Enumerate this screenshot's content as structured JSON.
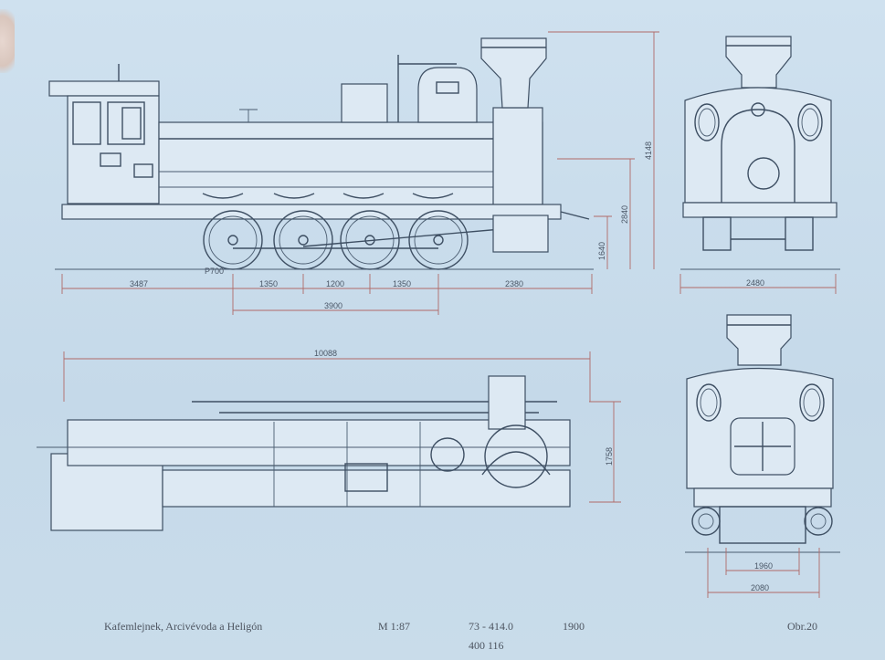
{
  "dimensions": {
    "seg_1": "3487",
    "seg_2": "1350",
    "seg_3": "1200",
    "seg_4": "1350",
    "seg_5": "2380",
    "wheelbase": "3900",
    "rail_label": "P700",
    "axle_height": "1640",
    "boiler_height": "2840",
    "total_height": "4148",
    "total_length": "10088",
    "frame_width": "1758",
    "front_width": "2480",
    "gauge_inner": "1960",
    "gauge_outer": "2080"
  },
  "caption": {
    "names": "Kafemlejnek, Arcivévoda a Heligón",
    "scale": "M 1:87",
    "class": "73 - 414.0",
    "year": "1900",
    "figure": "Obr.20",
    "number": "400 116"
  },
  "colors": {
    "paper": "#c9dcea",
    "line": "#3e4f63",
    "dimension": "#b06a68"
  }
}
